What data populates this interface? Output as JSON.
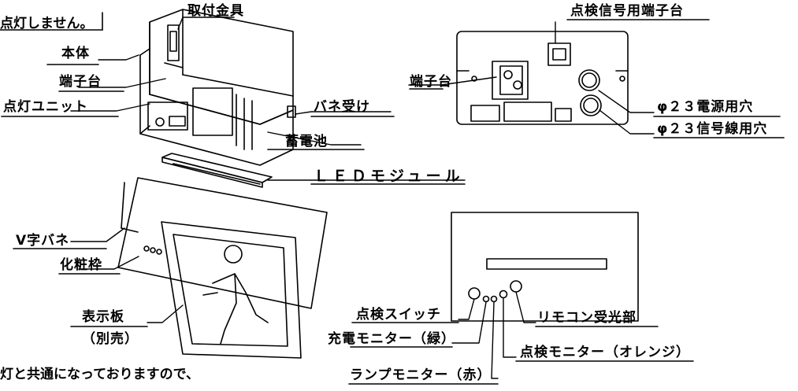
{
  "notes": {
    "top_left": "点灯しません。",
    "bottom_left": "灯と共通になっておりますので、"
  },
  "labels": {
    "mounting_bracket": "取付金具",
    "inspection_terminal": "点検信号用端子台",
    "body": "本体",
    "terminal_block_left": "端子台",
    "lighting_unit": "点灯ユニット",
    "spring_receiver": "バネ受け",
    "battery": "蓄電池",
    "terminal_block_right": "端子台",
    "power_hole": "φ２３電源用穴",
    "signal_hole": "φ２３信号線用穴",
    "led_module": "ＬＥＤモジュール",
    "v_spring": "V字バネ",
    "decorative_frame": "化粧枠",
    "display_panel": "表示板",
    "sold_separately": "（別売）",
    "inspection_switch": "点検スイッチ",
    "remote_receiver": "リモコン受光部",
    "charge_monitor": "充電モニター（緑）",
    "inspection_monitor": "点検モニター（オレンジ）",
    "lamp_monitor": "ランプモニター（赤）"
  }
}
